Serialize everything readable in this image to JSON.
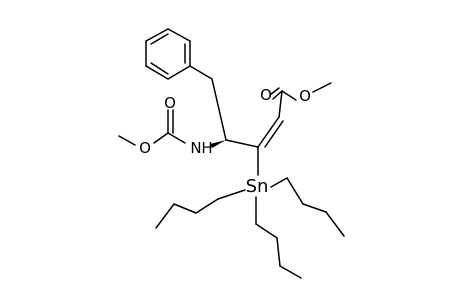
{
  "atoms": {
    "ester_carbonyl_o": "O",
    "ester_alkoxy_o": "O",
    "carbamate_carbonyl_o": "O",
    "carbamate_alkoxy_o": "O",
    "amide_n": "N",
    "amide_h": "H",
    "tin": "Sn"
  },
  "colors": {
    "ink": "#000000",
    "background": "#ffffff"
  }
}
